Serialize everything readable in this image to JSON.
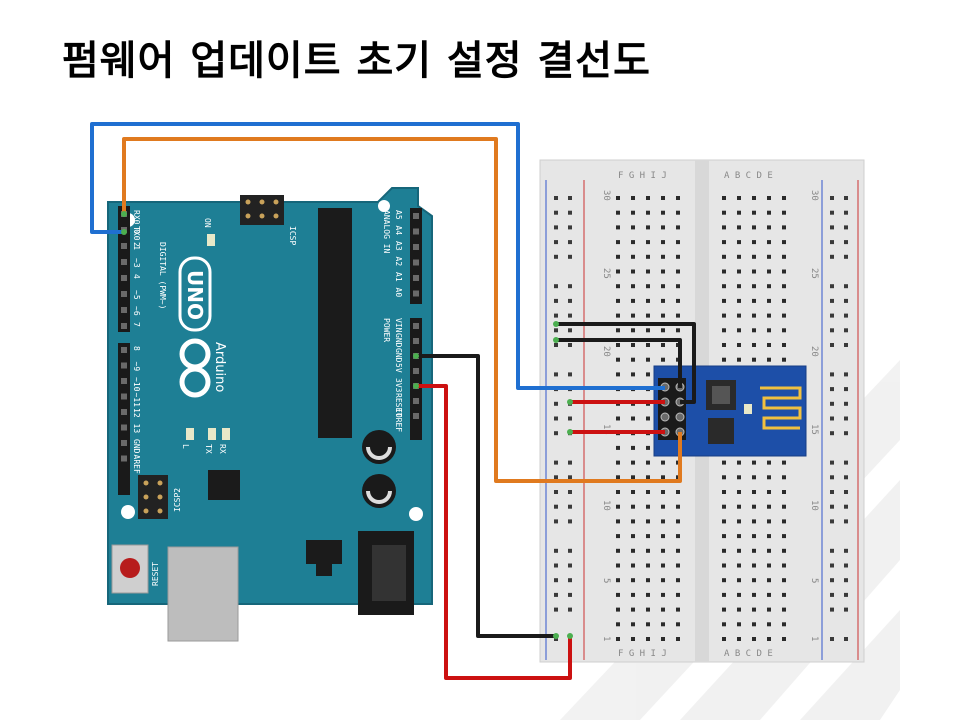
{
  "title": "펌웨어 업데이트 초기 설정 결선도",
  "arduino": {
    "logo": "UNO",
    "brand": "Arduino",
    "digital_label": "DIGITAL (PWM~)",
    "analog_label": "ANALOG IN",
    "power_label": "POWER",
    "icsp_label": "ICSP",
    "icsp2_label": "ICSP2",
    "reset_label": "RESET",
    "on_label": "ON",
    "l_label": "L",
    "tx_label": "TX",
    "rx_label": "RX",
    "digital_pins": [
      "RX0 0",
      "TX0 1",
      "2",
      "~3",
      "4",
      "~5",
      "~6",
      "7",
      "8",
      "~9",
      "~10",
      "~11",
      "12",
      "13",
      "GND",
      "AREF"
    ],
    "power_pins": [
      "VIN",
      "GND",
      "GND",
      "5V",
      "3V3",
      "RESET",
      "IOREF"
    ],
    "analog_pins": [
      "A5",
      "A4",
      "A3",
      "A2",
      "A1",
      "A0"
    ]
  },
  "breadboard": {
    "letters_left": "F G H I J",
    "letters_right": "A B C D E",
    "row_numbers": [
      "30",
      "25",
      "20",
      "15",
      "10",
      "5",
      "1"
    ]
  },
  "wires": {
    "blue": "#1f6fd1",
    "orange": "#e07a1f",
    "black": "#1a1a1a",
    "red": "#cc1111"
  },
  "colors": {
    "arduino_board": "#1e7f95",
    "arduino_edge": "#16667a",
    "breadboard": "#e6e6e6",
    "esp_board": "#1d4fa8"
  }
}
